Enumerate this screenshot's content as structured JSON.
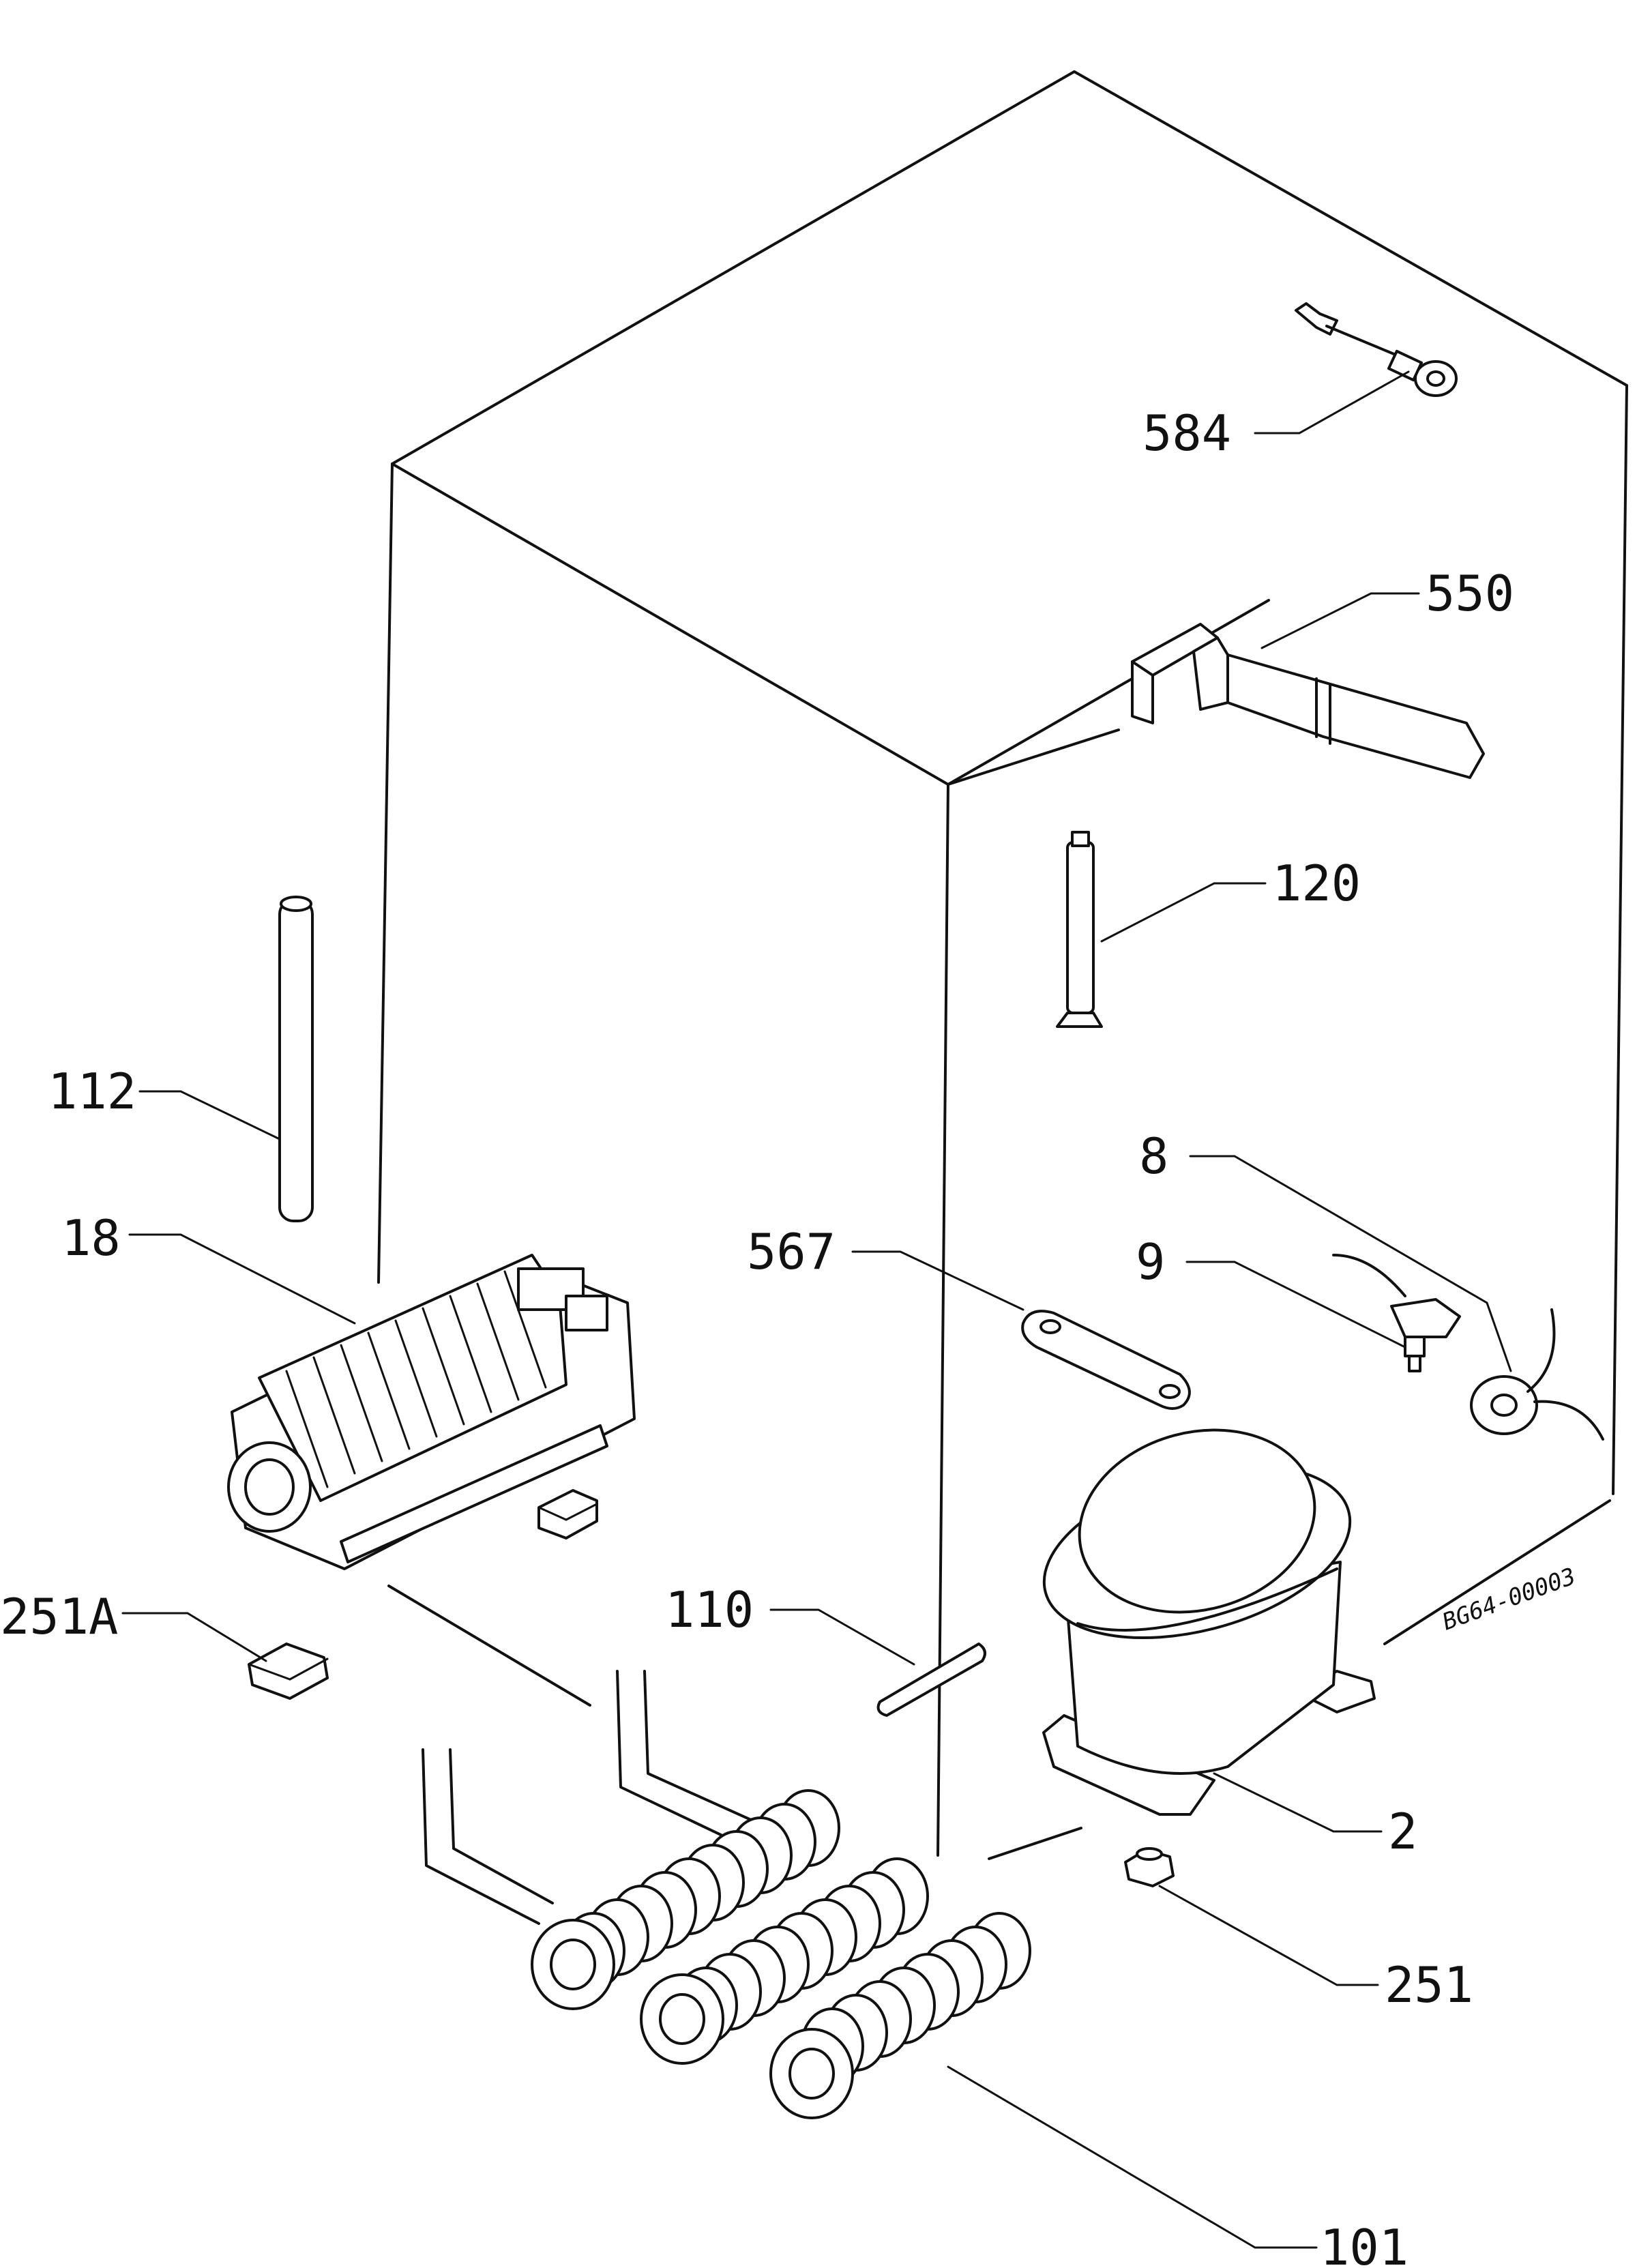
{
  "drawing_code": "BG64-00003",
  "labels": {
    "p584": "584",
    "p550": "550",
    "p120": "120",
    "p112": "112",
    "p18": "18",
    "p567": "567",
    "p8": "8",
    "p9": "9",
    "p251A": "251A",
    "p110": "110",
    "p2": "2",
    "p251": "251",
    "p101": "101"
  }
}
